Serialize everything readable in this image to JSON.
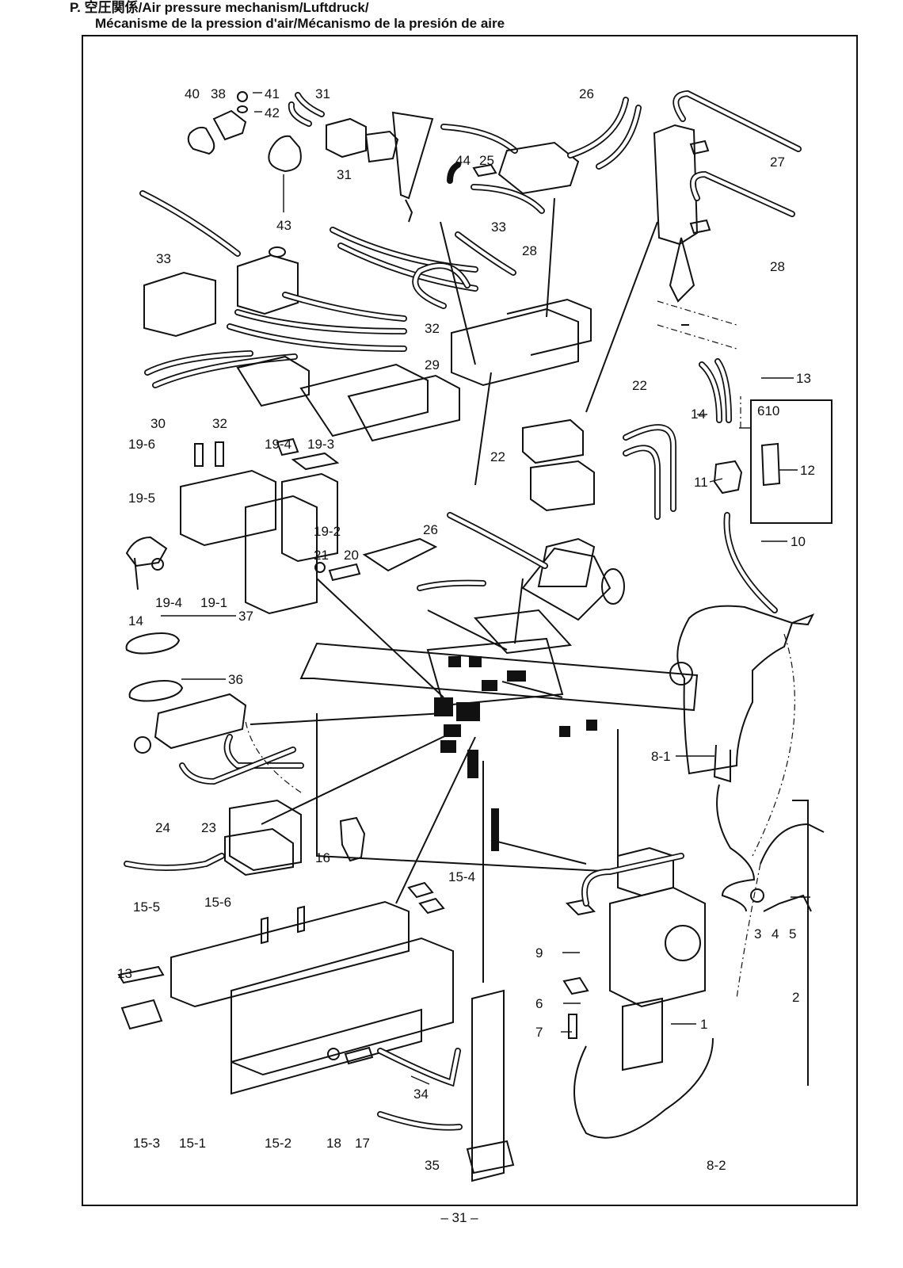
{
  "header": {
    "title_line1": "P. 空圧関係/Air pressure mechanism/Luftdruck/",
    "title_line2": "Mécanisme de la pression d'air/Mécanismo de la presión de aire"
  },
  "page_number": "– 31 –",
  "part_labels": [
    {
      "id": "p40",
      "text": "40"
    },
    {
      "id": "p38",
      "text": "38"
    },
    {
      "id": "p41",
      "text": "41"
    },
    {
      "id": "p42",
      "text": "42"
    },
    {
      "id": "p31a",
      "text": "31"
    },
    {
      "id": "p26a",
      "text": "26"
    },
    {
      "id": "p25",
      "text": "25"
    },
    {
      "id": "p44",
      "text": "44"
    },
    {
      "id": "p27",
      "text": "27"
    },
    {
      "id": "p43",
      "text": "43"
    },
    {
      "id": "p31b",
      "text": "31"
    },
    {
      "id": "p33a",
      "text": "33"
    },
    {
      "id": "p33b",
      "text": "33"
    },
    {
      "id": "p28a",
      "text": "28"
    },
    {
      "id": "p28b",
      "text": "28"
    },
    {
      "id": "p32a",
      "text": "32"
    },
    {
      "id": "p29",
      "text": "29"
    },
    {
      "id": "p30",
      "text": "30"
    },
    {
      "id": "p32b",
      "text": "32"
    },
    {
      "id": "p22a",
      "text": "22"
    },
    {
      "id": "p13a",
      "text": "13"
    },
    {
      "id": "p14a",
      "text": "14"
    },
    {
      "id": "p610",
      "text": "610"
    },
    {
      "id": "p19-6",
      "text": "19-6"
    },
    {
      "id": "p19-4a",
      "text": "19-4"
    },
    {
      "id": "p19-3",
      "text": "19-3"
    },
    {
      "id": "p22b",
      "text": "22"
    },
    {
      "id": "p11",
      "text": "11"
    },
    {
      "id": "p12",
      "text": "12"
    },
    {
      "id": "p19-5",
      "text": "19-5"
    },
    {
      "id": "p26b",
      "text": "26"
    },
    {
      "id": "p19-2",
      "text": "19-2"
    },
    {
      "id": "p21",
      "text": "21"
    },
    {
      "id": "p20",
      "text": "20"
    },
    {
      "id": "p10",
      "text": "10"
    },
    {
      "id": "p14b",
      "text": "14"
    },
    {
      "id": "p19-4b",
      "text": "19-4"
    },
    {
      "id": "p19-1",
      "text": "19-1"
    },
    {
      "id": "p37",
      "text": "37"
    },
    {
      "id": "p36",
      "text": "36"
    },
    {
      "id": "p8-1",
      "text": "8-1"
    },
    {
      "id": "p24",
      "text": "24"
    },
    {
      "id": "p23",
      "text": "23"
    },
    {
      "id": "p16",
      "text": "16"
    },
    {
      "id": "p15-5",
      "text": "15-5"
    },
    {
      "id": "p15-6",
      "text": "15-6"
    },
    {
      "id": "p15-4",
      "text": "15-4"
    },
    {
      "id": "p9",
      "text": "9"
    },
    {
      "id": "p3",
      "text": "3"
    },
    {
      "id": "p4",
      "text": "4"
    },
    {
      "id": "p5",
      "text": "5"
    },
    {
      "id": "p13b",
      "text": "13"
    },
    {
      "id": "p6",
      "text": "6"
    },
    {
      "id": "p2",
      "text": "2"
    },
    {
      "id": "p7",
      "text": "7"
    },
    {
      "id": "p1",
      "text": "1"
    },
    {
      "id": "p34",
      "text": "34"
    },
    {
      "id": "p15-3",
      "text": "15-3"
    },
    {
      "id": "p15-1",
      "text": "15-1"
    },
    {
      "id": "p15-2",
      "text": "15-2"
    },
    {
      "id": "p18",
      "text": "18"
    },
    {
      "id": "p17",
      "text": "17"
    },
    {
      "id": "p35",
      "text": "35"
    },
    {
      "id": "p8-2",
      "text": "8-2"
    }
  ]
}
